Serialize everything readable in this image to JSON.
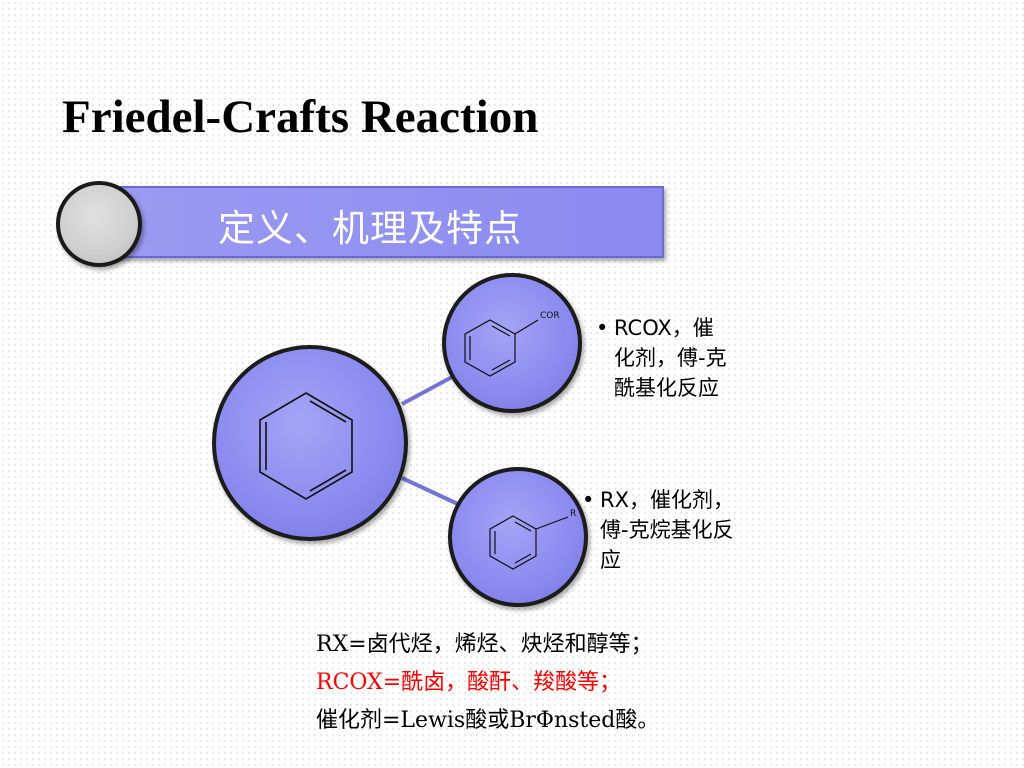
{
  "slide": {
    "title": "Friedel-Crafts Reaction",
    "section_label": "定义、机理及特点"
  },
  "diagram": {
    "top_node": {
      "label": "COR",
      "bullet": [
        "RCOX，催",
        "化剂，傅-克",
        "酰基化反应"
      ]
    },
    "bottom_node": {
      "label": "R",
      "bullet": [
        "RX，催化剂，",
        "傅-克烷基化反",
        "应"
      ]
    },
    "colors": {
      "node_fill": "#8b8bf0",
      "node_stroke": "#1a1a1a",
      "connector": "#7474d6",
      "banner": "#8a8af0"
    }
  },
  "notes": [
    {
      "text": "RX=卤代烃，烯烃、炔烃和醇等；",
      "color": "#000000"
    },
    {
      "text": "RCOX=酰卤，酸酐、羧酸等；",
      "color": "#ff0000"
    },
    {
      "text": "催化剂=Lewis酸或BrΦnsted酸。",
      "color": "#000000"
    }
  ]
}
